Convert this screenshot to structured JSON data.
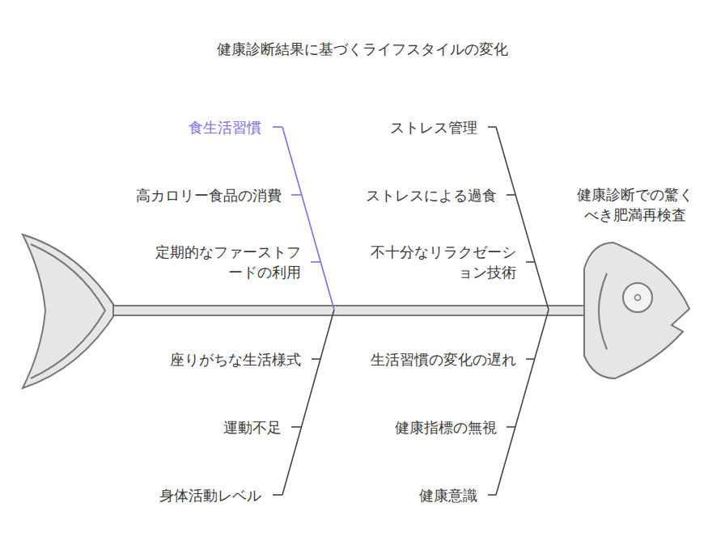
{
  "diagram": {
    "labels": [
      "健康診断結果に基づくライフスタイルの変化",
      "食生活習慣",
      "ストレス管理",
      "健康診断での驚くべき肥満再検査",
      "高カロリー食品の消費",
      "ストレスによる過食",
      "定期的なファーストフードの利用",
      "不十分なリラクゼーション技術",
      "座りがちな生活様式",
      "生活習慣の変化の遅れ",
      "運動不足",
      "健康指標の無視",
      "身体活動レベル",
      "健康意識"
    ]
  }
}
